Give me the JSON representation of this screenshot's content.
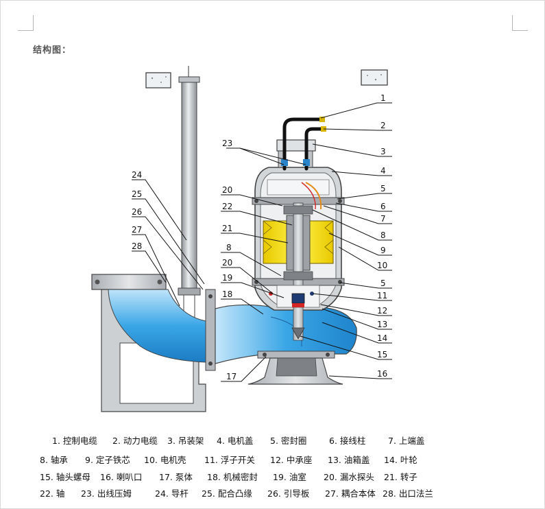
{
  "heading": "结构图：",
  "colors": {
    "water": "#3aa6e6",
    "water_light": "#c4e6fb",
    "metal": "#c7c9cc",
    "metal_dark": "#7d8186",
    "stator": "#f6e21a",
    "cable": "#111111"
  },
  "callouts": [
    "1",
    "2",
    "3",
    "4",
    "5",
    "6",
    "7",
    "8",
    "9",
    "10",
    "5",
    "11",
    "12",
    "13",
    "14",
    "15",
    "16",
    "23",
    "20",
    "22",
    "21",
    "8",
    "20",
    "19",
    "18",
    "17",
    "24",
    "25",
    "26",
    "27",
    "28"
  ],
  "legend": [
    [
      "1. 控制电缆",
      "2. 动力电缆",
      "3. 吊装架",
      "4. 电机盖",
      "5. 密封圈",
      "6. 接线柱",
      "7. 上端盖"
    ],
    [
      "8. 轴承",
      "9. 定子铁芯",
      "10. 电机壳",
      "11. 浮子开关",
      "12. 中承座",
      "13. 油箱盖",
      "14. 叶轮"
    ],
    [
      "15. 轴头螺母",
      "16. 喇叭口",
      "17. 泵体",
      "18. 机械密封",
      "19. 油室",
      "20. 漏水探头",
      "21. 转子"
    ],
    [
      "22. 轴",
      "23. 出线压姆",
      "24. 导杆",
      "25. 配合凸缘",
      "26. 引导板",
      "27. 耦合本体",
      "28. 出口法兰"
    ]
  ]
}
